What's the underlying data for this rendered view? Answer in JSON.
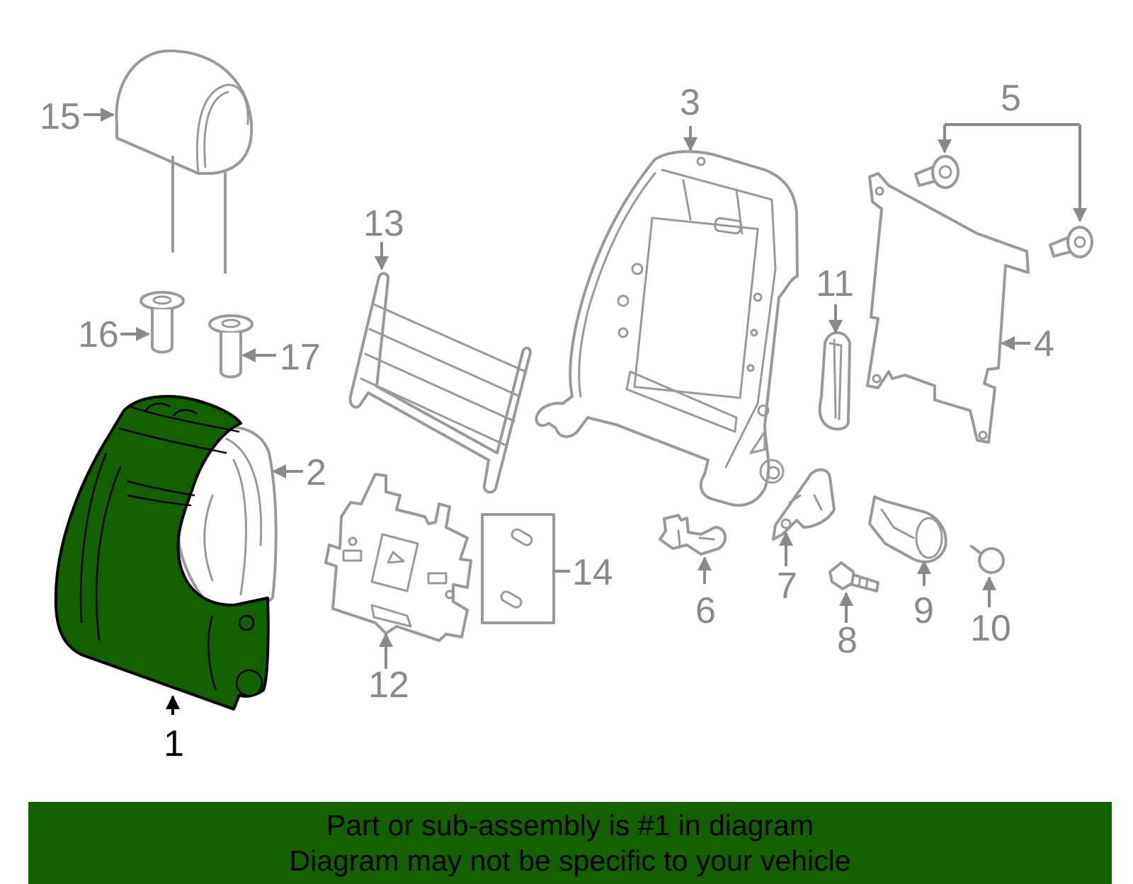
{
  "diagram": {
    "highlight_color": "#126000",
    "highlighted_part": "1",
    "callouts": {
      "p1": "1",
      "p2": "2",
      "p3": "3",
      "p4": "4",
      "p5": "5",
      "p6": "6",
      "p7": "7",
      "p8": "8",
      "p9": "9",
      "p10": "10",
      "p11": "11",
      "p12": "12",
      "p13": "13",
      "p14": "14",
      "p15": "15",
      "p16": "16",
      "p17": "17"
    }
  },
  "banner": {
    "line1": "Part or sub-assembly is #1 in diagram",
    "line2": "Diagram may not be specific to your vehicle"
  }
}
